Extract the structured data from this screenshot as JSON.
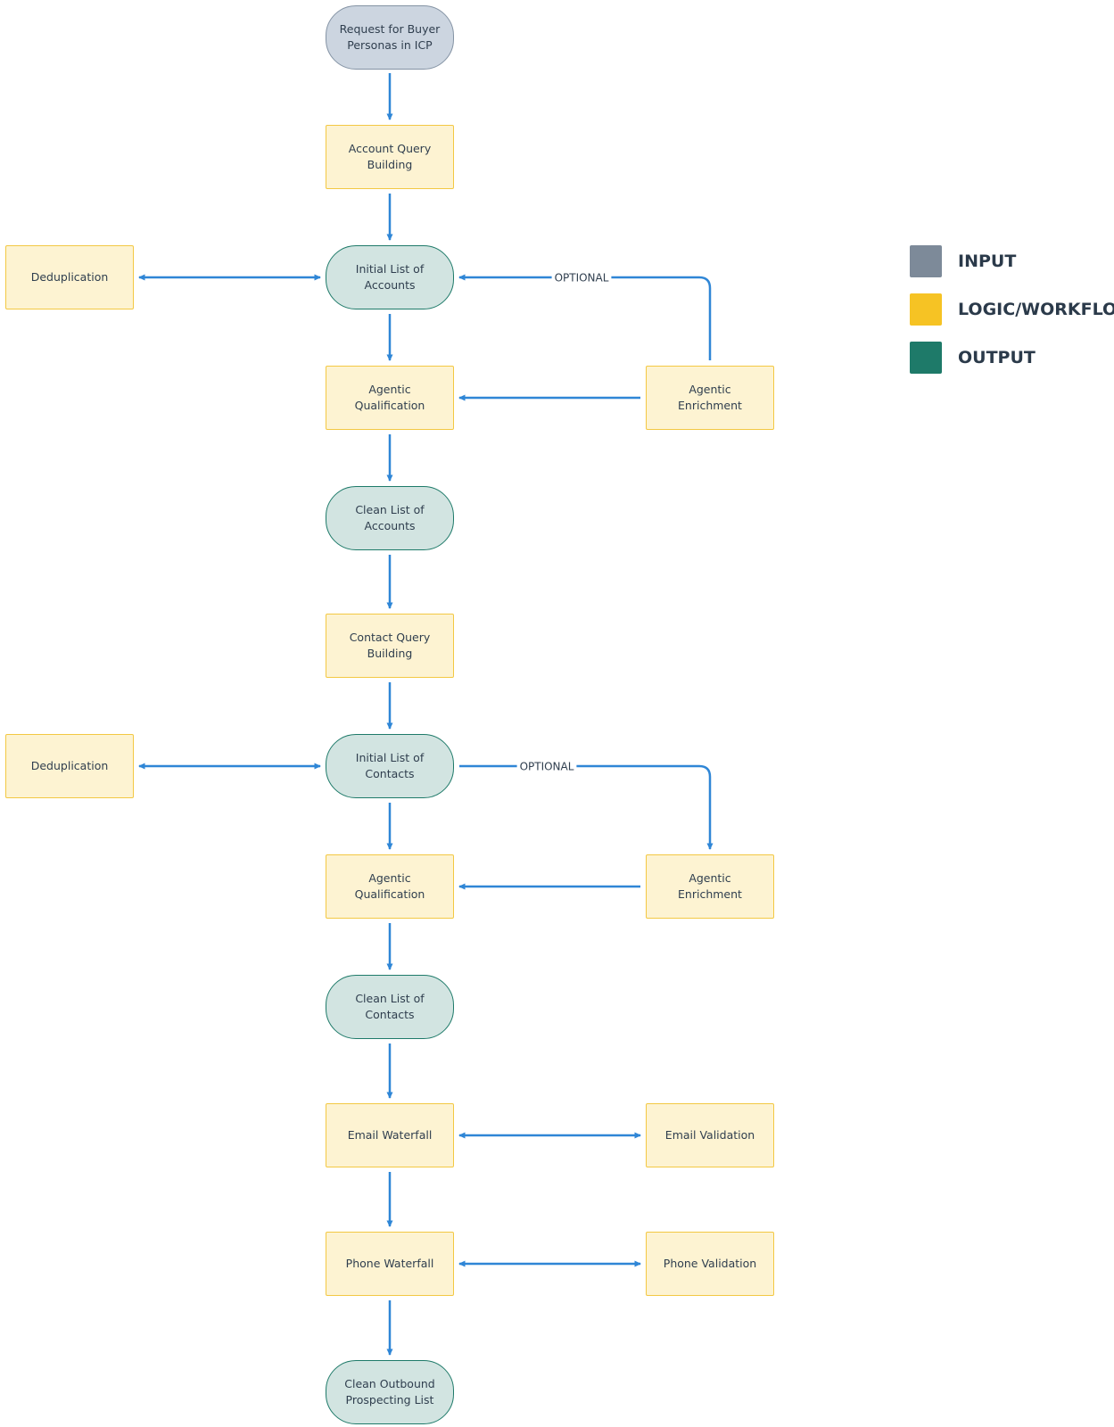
{
  "colors": {
    "input": "#7d8a99",
    "logic": "#f6c324",
    "output": "#1e7a69",
    "arrow": "#2f86d6"
  },
  "nodes": {
    "request": {
      "kind": "input",
      "label": "Request for Buyer Personas in ICP"
    },
    "account_query": {
      "kind": "logic",
      "label": "Account Query Building"
    },
    "initial_accounts": {
      "kind": "output",
      "label": "Initial List of Accounts"
    },
    "dedup_accounts": {
      "kind": "logic",
      "label": "Deduplication"
    },
    "qual_accounts": {
      "kind": "logic",
      "label": "Agentic Qualification"
    },
    "enrich_accounts": {
      "kind": "logic",
      "label": "Agentic Enrichment"
    },
    "clean_accounts": {
      "kind": "output",
      "label": "Clean List of Accounts"
    },
    "contact_query": {
      "kind": "logic",
      "label": "Contact Query Building"
    },
    "initial_contacts": {
      "kind": "output",
      "label": "Initial List of Contacts"
    },
    "dedup_contacts": {
      "kind": "logic",
      "label": "Deduplication"
    },
    "qual_contacts": {
      "kind": "logic",
      "label": "Agentic Qualification"
    },
    "enrich_contacts": {
      "kind": "logic",
      "label": "Agentic Enrichment"
    },
    "clean_contacts": {
      "kind": "output",
      "label": "Clean List of Contacts"
    },
    "email_waterfall": {
      "kind": "logic",
      "label": "Email Waterfall"
    },
    "email_validation": {
      "kind": "logic",
      "label": "Email Validation"
    },
    "phone_waterfall": {
      "kind": "logic",
      "label": "Phone Waterfall"
    },
    "phone_validation": {
      "kind": "logic",
      "label": "Phone Validation"
    },
    "clean_outbound": {
      "kind": "output",
      "label": "Clean Outbound Prospecting List"
    }
  },
  "edges": [
    {
      "from": "request",
      "to": "account_query"
    },
    {
      "from": "account_query",
      "to": "initial_accounts"
    },
    {
      "from": "initial_accounts",
      "to": "dedup_accounts",
      "bidirectional": true
    },
    {
      "from": "enrich_accounts",
      "to": "initial_accounts",
      "label": "OPTIONAL"
    },
    {
      "from": "initial_accounts",
      "to": "qual_accounts"
    },
    {
      "from": "enrich_accounts",
      "to": "qual_accounts"
    },
    {
      "from": "qual_accounts",
      "to": "clean_accounts"
    },
    {
      "from": "clean_accounts",
      "to": "contact_query"
    },
    {
      "from": "contact_query",
      "to": "initial_contacts"
    },
    {
      "from": "initial_contacts",
      "to": "dedup_contacts",
      "bidirectional": true
    },
    {
      "from": "initial_contacts",
      "to": "enrich_contacts",
      "label": "OPTIONAL"
    },
    {
      "from": "initial_contacts",
      "to": "qual_contacts"
    },
    {
      "from": "enrich_contacts",
      "to": "qual_contacts"
    },
    {
      "from": "qual_contacts",
      "to": "clean_contacts"
    },
    {
      "from": "clean_contacts",
      "to": "email_waterfall"
    },
    {
      "from": "email_waterfall",
      "to": "email_validation",
      "bidirectional": true
    },
    {
      "from": "email_waterfall",
      "to": "phone_waterfall"
    },
    {
      "from": "phone_waterfall",
      "to": "phone_validation",
      "bidirectional": true
    },
    {
      "from": "phone_waterfall",
      "to": "clean_outbound"
    }
  ],
  "legend": [
    {
      "label": "INPUT",
      "color": "#7d8a99"
    },
    {
      "label": "LOGIC/WORKFLOW",
      "color": "#f6c324"
    },
    {
      "label": "OUTPUT",
      "color": "#1e7a69"
    }
  ]
}
